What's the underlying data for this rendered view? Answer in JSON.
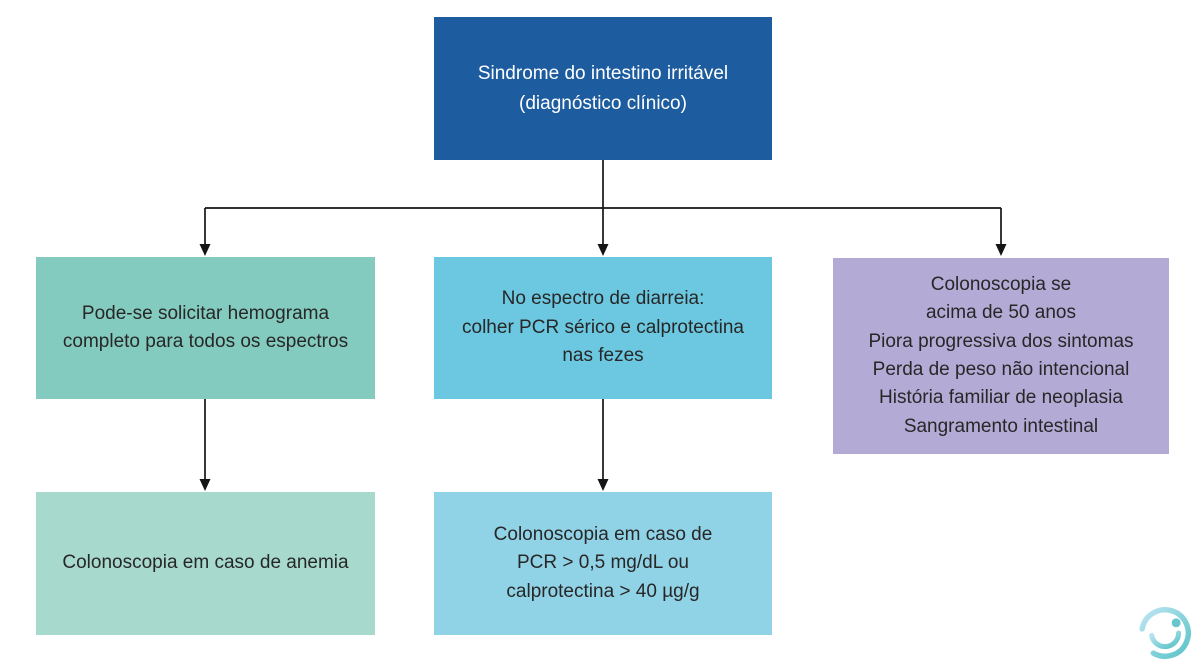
{
  "flowchart": {
    "connector_color": "#151515",
    "text_color": "#272727",
    "root": {
      "text": "Sindrome do intestino irritável\n(diagnóstico clínico)",
      "bg": "#1d5c9e",
      "text_color": "#ffffff"
    },
    "branches": {
      "hemograma": {
        "text": "Pode-se solicitar hemograma\ncompleto para todos os espectros",
        "bg": "#84cbbf"
      },
      "diarreia": {
        "text": "No espectro de diarreia:\ncolher PCR sérico e calprotectina\nnas fezes",
        "bg": "#6cc8e0"
      },
      "colonoscopia_criterios": {
        "text": "Colonoscopia se\nacima de 50 anos\nPiora progressiva dos sintomas\nPerda de peso não intencional\nHistória familiar de neoplasia\nSangramento intestinal",
        "bg": "#b3abd5"
      },
      "colonoscopia_anemia": {
        "text": "Colonoscopia em caso de anemia",
        "bg": "#a7dacd"
      },
      "colonoscopia_pcr": {
        "text": "Colonoscopia em caso de\nPCR > 0,5 mg/dL ou\ncalprotectina > 40 µg/g",
        "bg": "#91d3e6"
      }
    }
  },
  "logo": {
    "icon": "smile-circle-logo",
    "gradient_start": "#bde5f1",
    "gradient_end": "#5ac3c8",
    "dot_color": "#67c7cc"
  }
}
